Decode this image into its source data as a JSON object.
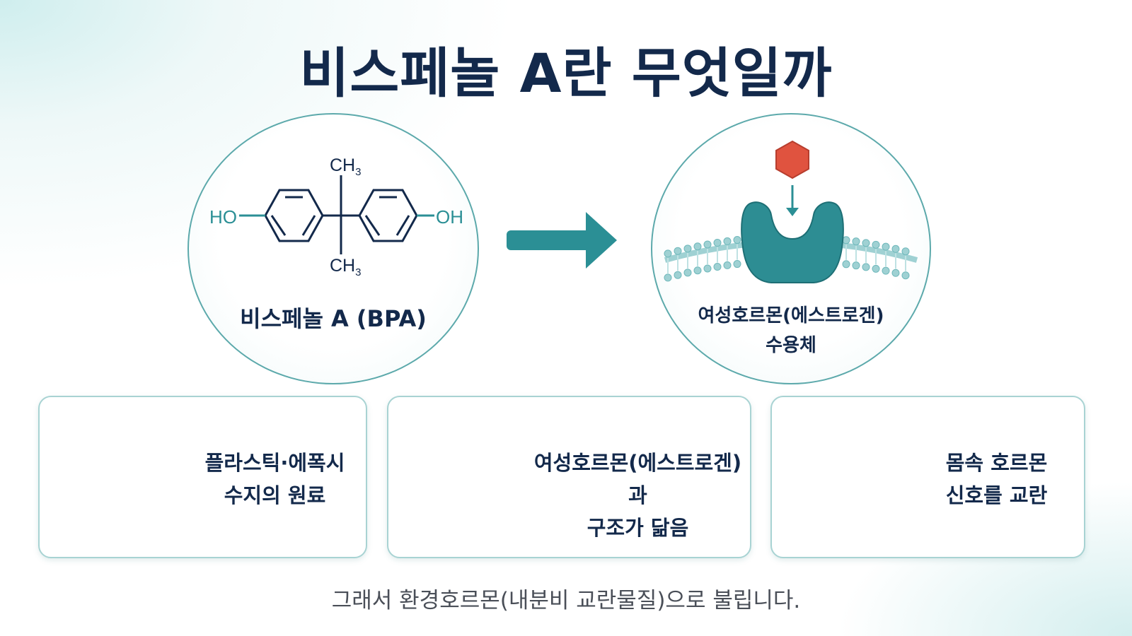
{
  "title": "비스페놀 A란 무엇일까",
  "molecule": {
    "name": "비스페놀 A (BPA)",
    "groups": {
      "hydroxyl_left": "HO",
      "hydroxyl_right": "OH",
      "methyl": "CH",
      "methyl_subscript": "3"
    }
  },
  "receptor": {
    "label_line1": "여성호르몬(에스트로겐)",
    "label_line2": "수용체"
  },
  "cards": [
    {
      "line1": "플라스틱·에폭시",
      "line2": "수지의 원료",
      "icon": "plastic-containers-icon"
    },
    {
      "line1": "여성호르몬(에스트로겐)과",
      "line2": "구조가 닮음",
      "icon": "molecule-similarity-icon"
    },
    {
      "line1": "몸속 호르몬",
      "line2": "신호를 교란",
      "icon": "body-hormone-disruption-icon"
    }
  ],
  "footer": "그래서 환경호르몬(내분비 교란물질)으로 불립니다.",
  "colors": {
    "navy": "#13294b",
    "teal": "#2b8f95",
    "teal_light": "#a8d3d3",
    "red": "#e0533f"
  }
}
